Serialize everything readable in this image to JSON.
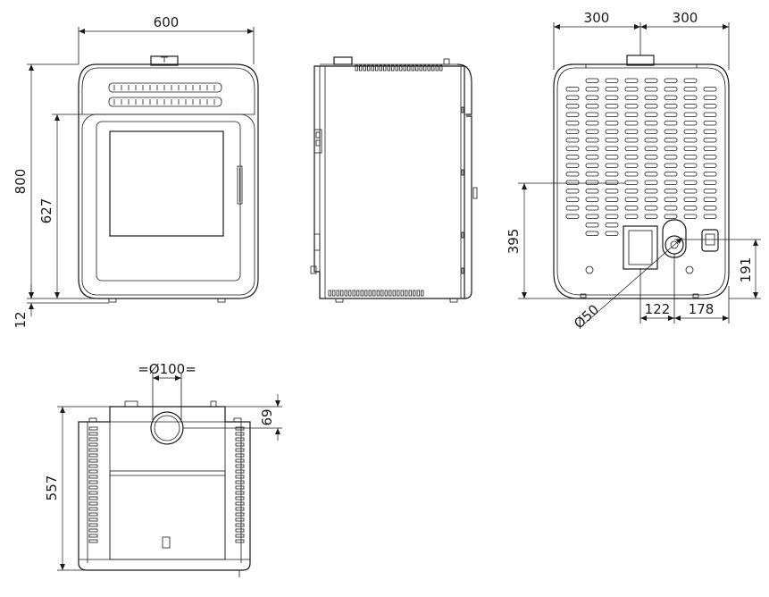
{
  "drawing": {
    "views": [
      "front-view",
      "side-view",
      "rear-view",
      "top-view"
    ],
    "dimensions": {
      "front_width": "600",
      "front_height": "800",
      "front_door_height": "627",
      "front_feet": "12",
      "rear_half_left": "300",
      "rear_half_right": "300",
      "rear_outlet_height": "395",
      "rear_inlet_height": "191",
      "rear_inlet_diameter": "Ø50",
      "rear_offset_1": "122",
      "rear_offset_2": "178",
      "top_flue_diameter": "=Ø100=",
      "top_flue_offset": "69",
      "top_depth": "557"
    }
  },
  "colors": {
    "line": "#1a1a1a",
    "background": "#ffffff"
  }
}
